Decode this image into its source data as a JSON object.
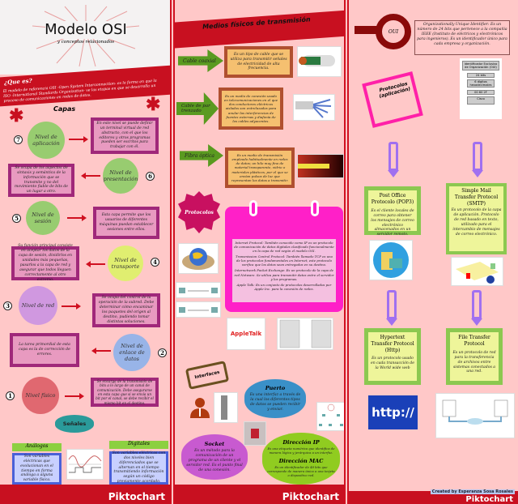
{
  "col1": {
    "title": "Modelo OSI",
    "subtitle": "y conceptos relacionados",
    "que_es_title": "¿Que es?",
    "que_es_text": "El modelo de referencia OSI -Open System Interconnection- es la forma en que la ISO -International Standards Organization- ve las etapas en que se desarrolla un proceso de comunicaciones en redes de datos.",
    "capas_title": "Capas",
    "layers": [
      {
        "num": "7",
        "name": "Nivel de aplicación",
        "color": "#98cc70",
        "text": "En este nivel se puede definir un terminal virtual de red abstracto, con el que los editores y otros programas pueden ser escritos para trabajar con él."
      },
      {
        "num": "6",
        "name": "Nivel de presentación",
        "color": "#98cc70",
        "text": "Se ocupa de los aspectos de sintaxis y semántica de la información que se transmite y no del movimiento fiable de bits de un lugar a otro."
      },
      {
        "num": "5",
        "name": "Nivel de sesión",
        "color": "#98cc70",
        "text": "Esta capa permite que los usuarios de diferentes máquinas puedan establecer sesiones entre ellos."
      },
      {
        "num": "4",
        "name": "Nivel de transporte",
        "color": "#e0ee70",
        "text": "Su función principal consiste en aceptar los datos de la capa de sesión, dividirlos en unidades más pequeñas, pasarlos a la capa de red y asegurar que todos lleguen correctamente al otro extremo."
      },
      {
        "num": "3",
        "name": "Nivel de red",
        "color": "#d098e0",
        "text": "Se ocupa del control de la operación de la subred. Debe determinar cómo encaminar los paquetes del origen al destino, pudiendo tomar distintas soluciones."
      },
      {
        "num": "2",
        "name": "Nivel de enlace de datos",
        "color": "#98b4e8",
        "text": "La tarea primordial de esta capa es la de corrección de errores."
      },
      {
        "num": "1",
        "name": "Nivel físico",
        "color": "#e06870",
        "text": "Se encarga de la transmisión de bits a lo largo de un canal de comunicación. Debe asegurarse en esta capa que si se envía un bit por el canal, se debe recibir el mismo bit en el destino."
      }
    ],
    "senales_title": "Señales",
    "analogos_title": "Análogos",
    "analogos_text": "Son variables eléctricas que evolucionan en el tiempo en forma análoga a alguna variable física.",
    "digitales_title": "Digitales",
    "digitales_text": "Son variables eléctricas con dos niveles bien diferenciados que se alternan en el tiempo transmitiendo información según un código previamente acordado.",
    "footer_logo": "Piktochart"
  },
  "col2": {
    "title": "Medios físicos de transmisión",
    "media": [
      {
        "label": "Cable coaxial",
        "text": "Es un tipo de cable que se utiliza para transmitir señales de electricidad de alta frecuencia."
      },
      {
        "label": "Cable de par trenzado",
        "text": "Es un medio de conexión usado en telecomunicaciones en el que dos conductores eléctricos aislados son entrelazados para anular las interferencias de fuentes externas y diafonía de los cables adyacentes."
      },
      {
        "label": "Fibra óptica",
        "text": "Es un medio de transmisión empleado habitualmente en redes de datos; un hilo muy fino de material transparente, vidrio o materiales plásticos, por el que se envían pulsos de luz que representan los datos a transmitir."
      }
    ],
    "protocolos_title": "Protocolos",
    "protocol_paragraphs": [
      "Internet Protocol: También conocido como IP es un protocolo de comunicación de datos digitales clasificado funcionalmente en la capa de red según el modelo OSI.",
      "Transmission Control Protocol: También llamado TCP es uno de los protocolos fundamentales en Internet, este protocolo verifica que los datos sean entregados en su destino.",
      "Internetwork Packet Exchange: Es un protocolo de la capa de red Netware. Se utiliza para transmitir datos entre el servidor y los programas.",
      "Apple Talk: Es un conjunto de protocolos desarrollados por Apple Inc. para la conexión de redes."
    ],
    "appletalk_logo": "AppleTalk",
    "interfaces_title": "Interfaces",
    "puerto": {
      "title": "Puerto",
      "text": "Es una interfaz a través de la cual los diferentes tipos de datos se pueden recibir y enviar."
    },
    "socket": {
      "title": "Socket",
      "text": "Es un método para la comunicación de un programa de un cliente y el servidor red. Es el punto final de una conexión."
    },
    "ip": {
      "title": "Dirección IP",
      "text": "Es una etiqueta numérica que identifica de manera lógica y jerárquica a un interfaz."
    },
    "mac": {
      "title": "Dirección MAC",
      "text": "Es un identificador de 48 bits que corresponde de manera única a una tarjeta o dispositivo red."
    },
    "footer_logo": "Piktochart"
  },
  "col3": {
    "oui_label": "OUI",
    "oui_text": "Organizationally Unique Identifier: Es un número de 24 bits que pertenece a la compañía IEEE (Instituto de eléctricos y electrónicos para ingenieros). Es un identificador único para cada empresa y organización.",
    "oui_table": [
      "Identificador Exclusivo de Organización (OUI)",
      "24 bits",
      "6 dígitos hexadecimales",
      "00 60 2F",
      "Cisco"
    ],
    "protocolos_app_title": "Protocolos (aplicación)",
    "cards": [
      {
        "title": "Post Office Protocolo (POP3)",
        "text": "Es el cliente locales de correo para obtener los mensajes de correo electrónico almacenados en un servidor remoto."
      },
      {
        "title": "Simple Mail Transfer Protocol (SMTP)",
        "text": "Es un protocolo de la capa de aplicación. Protocolo de red basado en texto, utilizado para el intercambio de mensajes de correo electrónico."
      },
      {
        "title": "Hypertext Transfer Protocol (Http)",
        "text": "Es un protocolo usado en cada transacción de la World wide web"
      },
      {
        "title": "File Transfer Protocol",
        "text": "Es un protocolo de red para la transferencia de archivos entre sistemas conectados a una red."
      }
    ],
    "http_image_text": "http://",
    "credit": "Created by Esperanza Sosa Rosales",
    "footer_logo": "Piktochart"
  }
}
